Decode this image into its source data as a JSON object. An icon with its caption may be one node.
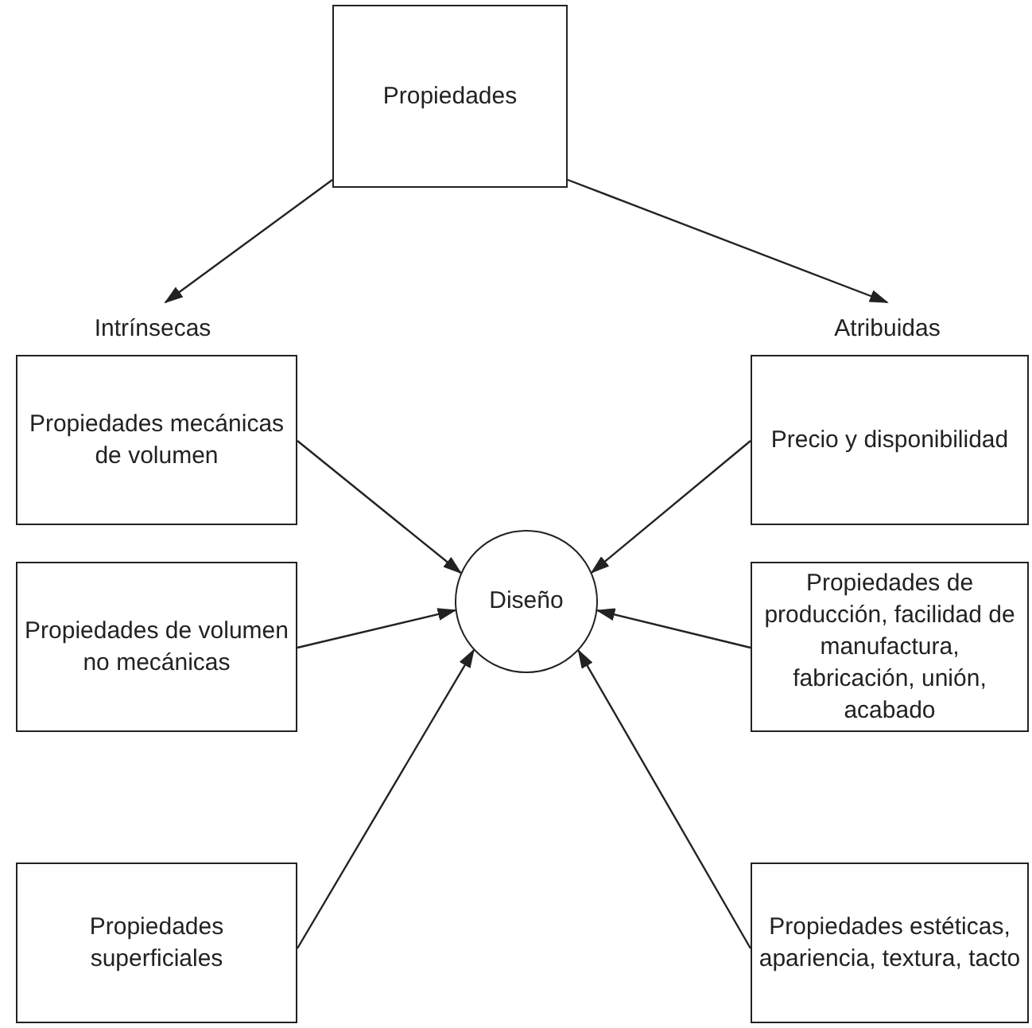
{
  "diagram": {
    "nodes": [
      {
        "text": [
          "Propiedades"
        ]
      },
      {
        "text": [
          "Intrínsecas"
        ]
      },
      {
        "text": [
          "Atribuidas"
        ]
      },
      {
        "text": [
          "Propiedades mecánicas de volumen"
        ]
      },
      {
        "text": [
          "Precio y disponibilidad"
        ]
      },
      {
        "text": [
          "Propiedades de volumen no mecánicas"
        ]
      },
      {
        "text": [
          "Diseño"
        ]
      },
      {
        "text": [
          "Propiedades de producción, facilidad de manufactura, fabricación, unión, acabado"
        ]
      },
      {
        "text": [
          "Propiedades superficiales"
        ]
      },
      {
        "text": [
          "Propiedades estéticas, apariencia, textura, tacto"
        ]
      }
    ],
    "edges": [
      {
        "from": 0,
        "to": 1,
        "arrow": "to"
      },
      {
        "from": 0,
        "to": 2,
        "arrow": "to"
      },
      {
        "from": 3,
        "to": 6,
        "arrow": "to"
      },
      {
        "from": 5,
        "to": 6,
        "arrow": "to"
      },
      {
        "from": 8,
        "to": 6,
        "arrow": "to"
      },
      {
        "from": 4,
        "to": 6,
        "arrow": "to"
      },
      {
        "from": 7,
        "to": 6,
        "arrow": "to"
      },
      {
        "from": 9,
        "to": 6,
        "arrow": "to"
      }
    ]
  }
}
